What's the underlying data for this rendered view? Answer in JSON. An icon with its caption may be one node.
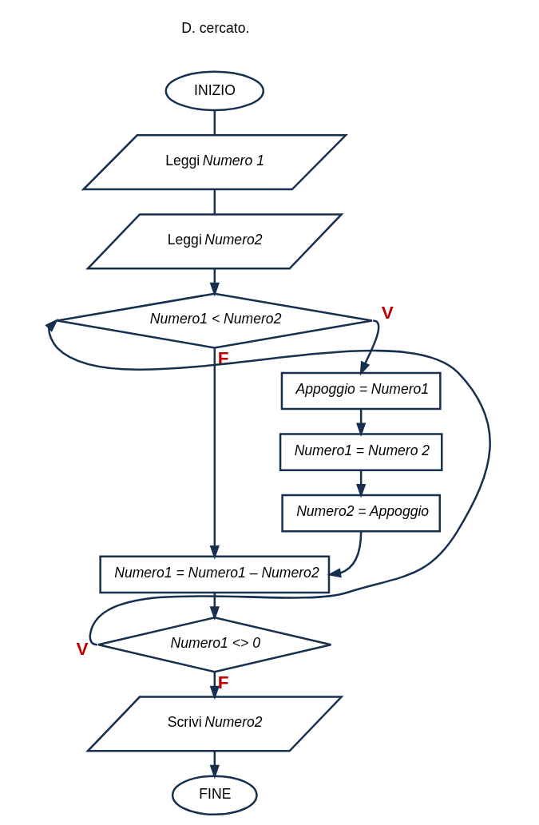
{
  "diagram": {
    "nodes": [
      {
        "text": [
          "INIZIO"
        ]
      },
      {
        "text": [
          "Leggi *Numero 1*"
        ]
      },
      {
        "text": [
          "Leggi *Numero2*"
        ]
      },
      {
        "text": [
          "Numero1 < Numero2"
        ]
      },
      {
        "text": [
          "Appoggio = Numero1"
        ]
      },
      {
        "text": [
          "Numero1 = Numero 2"
        ]
      },
      {
        "text": [
          "Numero2 = Appoggio"
        ]
      },
      {
        "text": [
          "Numero1 = Numero1 – Numero2"
        ]
      },
      {
        "text": [
          "Numero1 <> 0"
        ]
      },
      {
        "text": [
          "Scrivi *Numero2*"
        ]
      },
      {
        "text": [
          "FINE"
        ]
      }
    ],
    "edges": [
      {
        "from": 0,
        "to": 1,
        "arrow": "none"
      },
      {
        "from": 1,
        "to": 2,
        "arrow": "none"
      },
      {
        "from": 2,
        "to": 3,
        "arrow": "to"
      },
      {
        "from": 3,
        "to": 4,
        "arrow": "to",
        "label": "V"
      },
      {
        "from": 4,
        "to": 5,
        "arrow": "to"
      },
      {
        "from": 5,
        "to": 6,
        "arrow": "to"
      },
      {
        "from": 6,
        "to": 7,
        "arrow": "to"
      },
      {
        "from": 3,
        "to": 7,
        "arrow": "to",
        "label": "F"
      },
      {
        "from": 7,
        "to": 8,
        "arrow": "to"
      },
      {
        "from": 8,
        "to": 3,
        "arrow": "to",
        "label": "V"
      },
      {
        "from": 8,
        "to": 9,
        "arrow": "to",
        "label": "F"
      },
      {
        "from": 9,
        "to": 10,
        "arrow": "to"
      }
    ],
    "labels": [
      "D. cercato."
    ]
  }
}
